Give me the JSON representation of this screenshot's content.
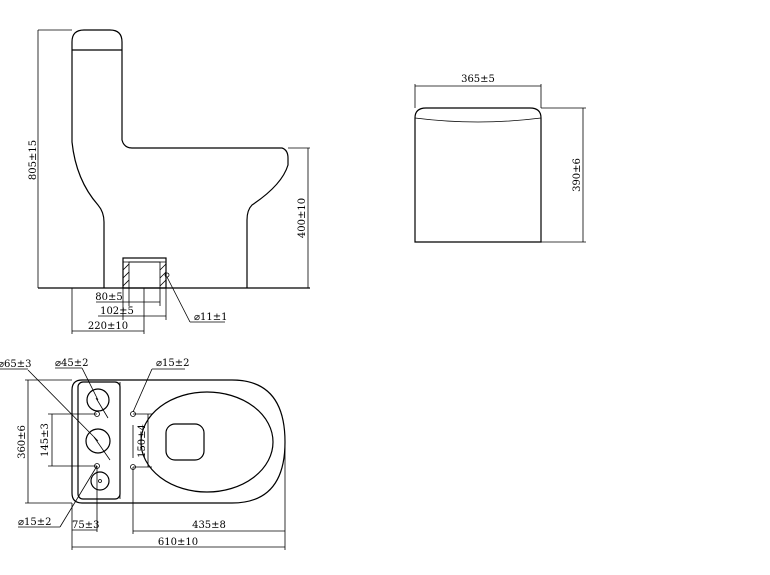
{
  "side_view": {
    "height_total": "805±15",
    "height_seat": "400±10",
    "outlet_width": "80±5",
    "outlet_span": "102±5",
    "outlet_offset": "220±10",
    "outlet_pipe_diameter": "⌀11±1"
  },
  "tank_view": {
    "tank_width": "365±5",
    "tank_height": "390±6"
  },
  "top_view": {
    "hole_large": "⌀65±3",
    "hole_small": "⌀45±2",
    "seat_hole_top": "⌀15±2",
    "width": "360±6",
    "hole_spacing": "145±3",
    "seat_hole_spacing": "150±4",
    "seat_hole_bottom": "⌀15±2",
    "hole_offset": "75±3",
    "bowl_length": "435±8",
    "total_length": "610±10"
  }
}
